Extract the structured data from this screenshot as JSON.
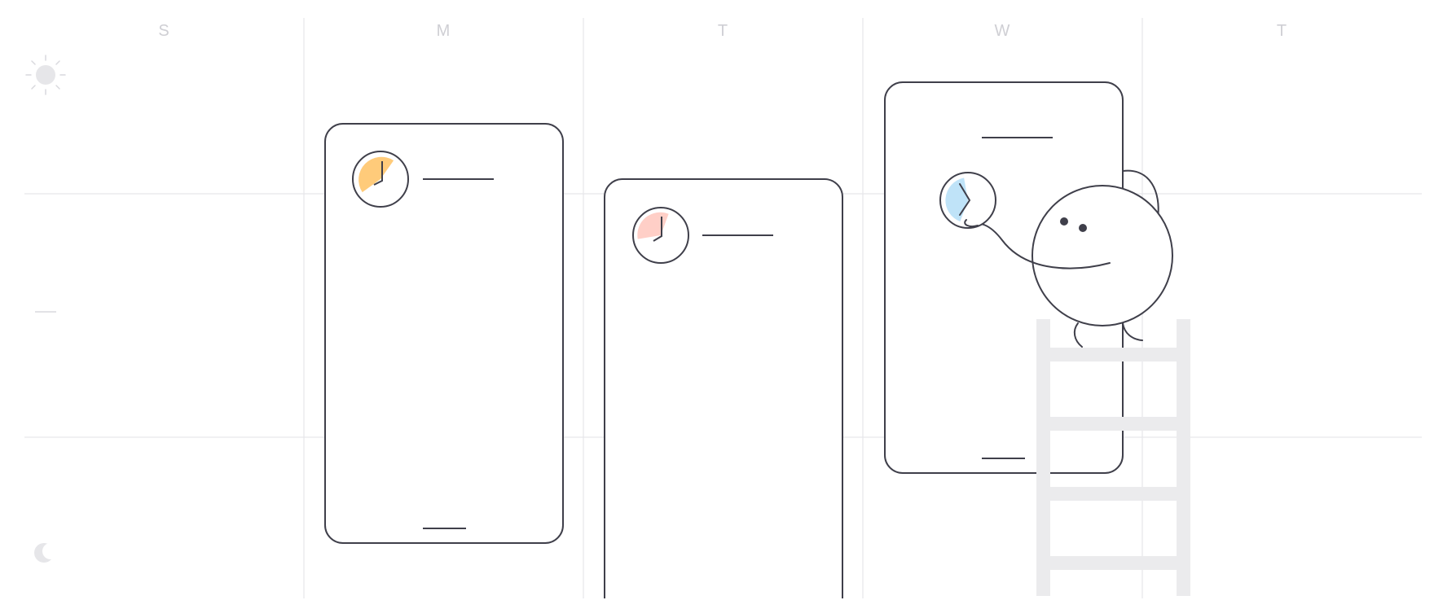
{
  "calendar": {
    "days": [
      "S",
      "M",
      "T",
      "W",
      "T"
    ]
  },
  "icons": {
    "morning": "sun-icon",
    "night": "moon-icon",
    "card_clock": "clock-icon"
  },
  "colors": {
    "line": "#3f3f4a",
    "grid": "#e6e6ea",
    "faint": "#d9d9de",
    "ladder": "#ebebed",
    "clock_orange": "#ffcb7a",
    "clock_pink": "#ffcfc7",
    "clock_blue": "#bfe3f8"
  }
}
